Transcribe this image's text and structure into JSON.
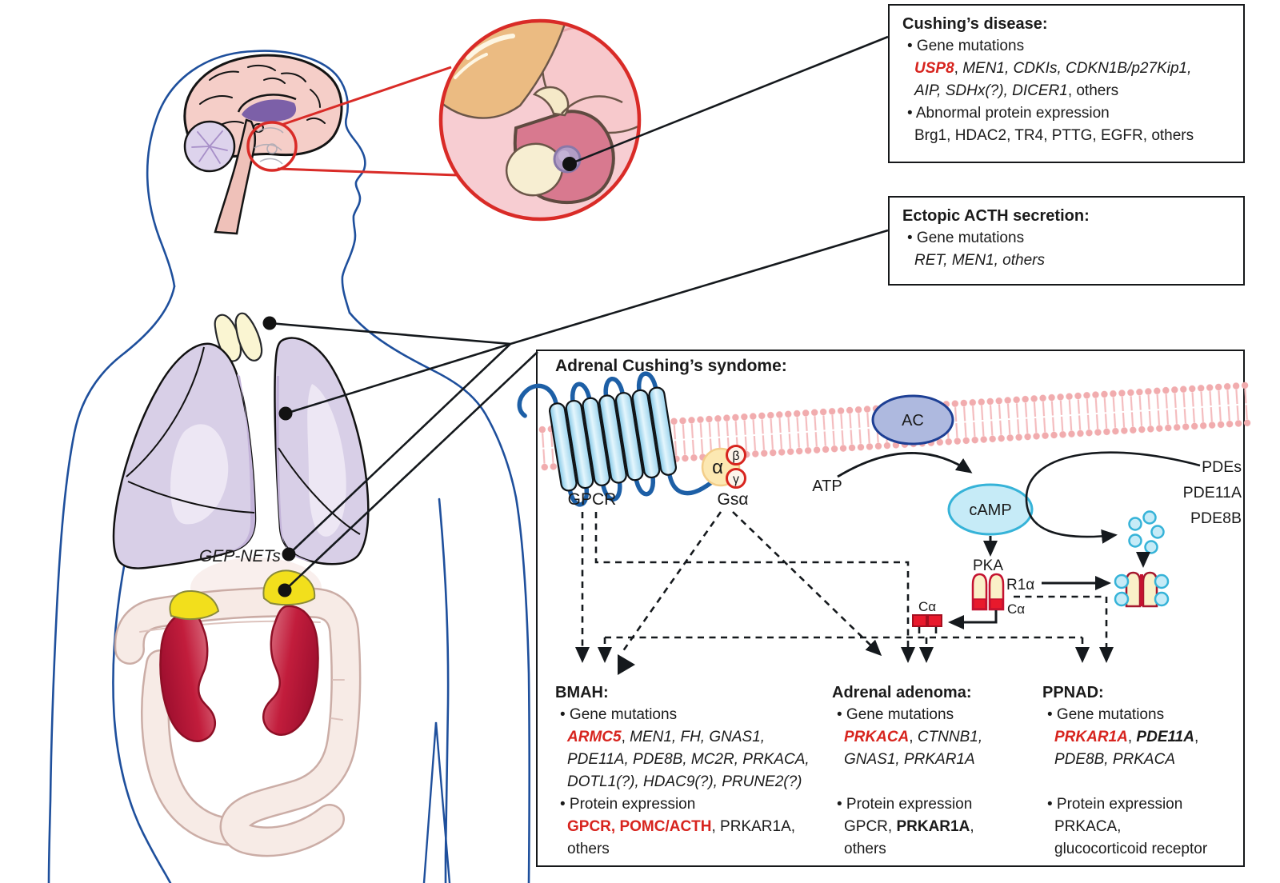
{
  "boxes": {
    "cushings": {
      "title": "Cushing’s disease:",
      "lines": [
        [
          {
            "t": "• Gene mutations",
            "s": "n"
          }
        ],
        [
          {
            "t": "USP8",
            "s": "r"
          },
          {
            "t": ", ",
            "s": "n"
          },
          {
            "t": "MEN1, CDKIs, CDKN1B/p27Kip1,",
            "s": "i"
          }
        ],
        [
          {
            "t": "AIP, SDHx(?), DICER1",
            "s": "i"
          },
          {
            "t": ", others",
            "s": "n"
          }
        ],
        [
          {
            "t": "• Abnormal protein expression",
            "s": "n"
          }
        ],
        [
          {
            "t": "Brg1, HDAC2, TR4, PTTG, EGFR, others",
            "s": "n"
          }
        ]
      ]
    },
    "ectopic": {
      "title": "Ectopic ACTH secretion:",
      "lines": [
        [
          {
            "t": "• Gene mutations",
            "s": "n"
          }
        ],
        [
          {
            "t": "RET, MEN1, others",
            "s": "i"
          }
        ]
      ]
    },
    "adrenal": {
      "title": "Adrenal Cushing’s syndome:"
    }
  },
  "columns": {
    "bmah": {
      "title": "BMAH:",
      "lines": [
        [
          {
            "t": "• Gene mutations",
            "s": "n"
          }
        ],
        [
          {
            "t": "ARMC5",
            "s": "r"
          },
          {
            "t": ", ",
            "s": "n"
          },
          {
            "t": "MEN1, FH, GNAS1,",
            "s": "i"
          }
        ],
        [
          {
            "t": "PDE11A, PDE8B, MC2R, PRKACA,",
            "s": "i"
          }
        ],
        [
          {
            "t": "DOTL1(?), HDAC9(?), PRUNE2(?)",
            "s": "i"
          }
        ],
        [
          {
            "t": "• Protein expression",
            "s": "n"
          }
        ],
        [
          {
            "t": "GPCR, POMC/ACTH",
            "s": "rb"
          },
          {
            "t": ", PRKAR1A,",
            "s": "n"
          }
        ],
        [
          {
            "t": "others",
            "s": "n"
          }
        ]
      ]
    },
    "adenoma": {
      "title": "Adrenal adenoma:",
      "lines": [
        [
          {
            "t": "• Gene mutations",
            "s": "n"
          }
        ],
        [
          {
            "t": "PRKACA",
            "s": "r"
          },
          {
            "t": ", ",
            "s": "n"
          },
          {
            "t": "CTNNB1,",
            "s": "i"
          }
        ],
        [
          {
            "t": "GNAS1, PRKAR1A",
            "s": "i"
          }
        ],
        [],
        [
          {
            "t": "• Protein expression",
            "s": "n"
          }
        ],
        [
          {
            "t": "GPCR, ",
            "s": "n"
          },
          {
            "t": "PRKAR1A",
            "s": "b"
          },
          {
            "t": ",",
            "s": "n"
          }
        ],
        [
          {
            "t": "others",
            "s": "n"
          }
        ]
      ]
    },
    "ppnad": {
      "title": "PPNAD:",
      "lines": [
        [
          {
            "t": "• Gene mutations",
            "s": "n"
          }
        ],
        [
          {
            "t": "PRKAR1A",
            "s": "r"
          },
          {
            "t": ", ",
            "s": "n"
          },
          {
            "t": "PDE11A",
            "s": "bi"
          },
          {
            "t": ",",
            "s": "n"
          }
        ],
        [
          {
            "t": "PDE8B, PRKACA",
            "s": "i"
          }
        ],
        [],
        [
          {
            "t": "• Protein expression",
            "s": "n"
          }
        ],
        [
          {
            "t": "PRKACA,",
            "s": "n"
          }
        ],
        [
          {
            "t": "glucocorticoid receptor",
            "s": "n"
          }
        ]
      ]
    }
  },
  "pathway": {
    "gpcr_label": "GPCR",
    "gsa_label": "Gsα",
    "alpha": "α",
    "beta": "β",
    "gamma": "γ",
    "ac": "AC",
    "atp": "ATP",
    "camp": "cAMP",
    "pde_lines": [
      "PDEs",
      "PDE11A",
      "PDE8B"
    ],
    "pka": "PKA",
    "r1a": "R1α",
    "ca_pka": "Cα",
    "ca_free": "Cα"
  },
  "body_labels": {
    "gep_nets": "GEP-NETs"
  },
  "colors": {
    "accent_red": "#D7241E",
    "callout_red": "#D92B27",
    "outline_blue": "#1E4F9C",
    "membrane_pink": "#F1ACAE",
    "camp_fill": "#C6EBF7",
    "ac_fill": "#AEB9DF",
    "pka_red": "#E8192C",
    "lung_fill": "#D8CFE7",
    "kidney_red": "#C21D3C",
    "adrenal_yellow": "#F2DF1C"
  }
}
